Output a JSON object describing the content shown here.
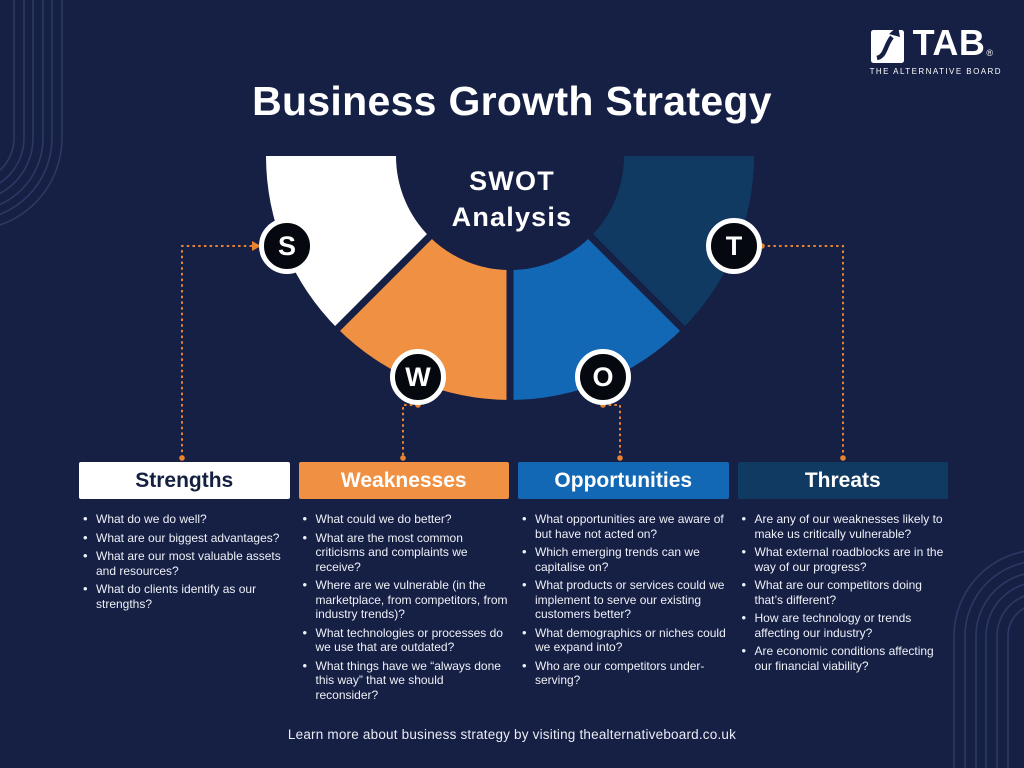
{
  "logo": {
    "brand": "TAB",
    "registered": "®",
    "tagline": "THE ALTERNATIVE BOARD"
  },
  "title": "Business Growth Strategy",
  "diagram": {
    "heading_line1": "SWOT",
    "heading_line2": "Analysis",
    "connector_color": "#e8832f",
    "segments": [
      {
        "letter": "S",
        "name": "Strengths",
        "color": "#ffffff"
      },
      {
        "letter": "W",
        "name": "Weaknesses",
        "color": "#ef9042"
      },
      {
        "letter": "O",
        "name": "Opportunities",
        "color": "#1268b4"
      },
      {
        "letter": "T",
        "name": "Threats",
        "color": "#113a63"
      }
    ]
  },
  "columns": [
    {
      "title": "Strengths",
      "color": "#ffffff",
      "text_color": "#14203f",
      "items": [
        "What do we do well?",
        "What are our biggest advantages?",
        "What are our most valuable assets and resources?",
        "What do clients identify as our strengths?"
      ]
    },
    {
      "title": "Weaknesses",
      "color": "#ef9042",
      "text_color": "#ffffff",
      "items": [
        "What could we do better?",
        "What are the most common criticisms and complaints we receive?",
        "Where are we vulnerable (in the marketplace, from competitors, from industry trends)?",
        "What technologies or processes do we use that are outdated?",
        "What things have we “always done this way” that we should reconsider?"
      ]
    },
    {
      "title": "Opportunities",
      "color": "#1268b4",
      "text_color": "#ffffff",
      "items": [
        "What opportunities are we aware of but have not acted on?",
        "Which emerging trends can we capitalise on?",
        "What products or services could we implement to serve our existing customers better?",
        "What demographics or niches could we expand into?",
        "Who are our competitors under-serving?"
      ]
    },
    {
      "title": "Threats",
      "color": "#113a63",
      "text_color": "#ffffff",
      "items": [
        "Are any of our weaknesses likely to make us critically vulnerable?",
        "What external roadblocks are in the way of our progress?",
        "What are our competitors doing that’s different?",
        "How are technology or trends affecting our industry?",
        "Are economic conditions affecting our financial viability?"
      ]
    }
  ],
  "footer": "Learn more about business strategy by visiting thealternativeboard.co.uk",
  "colors": {
    "background": "#161f44",
    "connector_orange": "#e8832f",
    "arc_lines": "#2c3965",
    "circle_fill": "#05080f",
    "circle_ring": "#ffffff",
    "body_text": "#eef1f7"
  }
}
